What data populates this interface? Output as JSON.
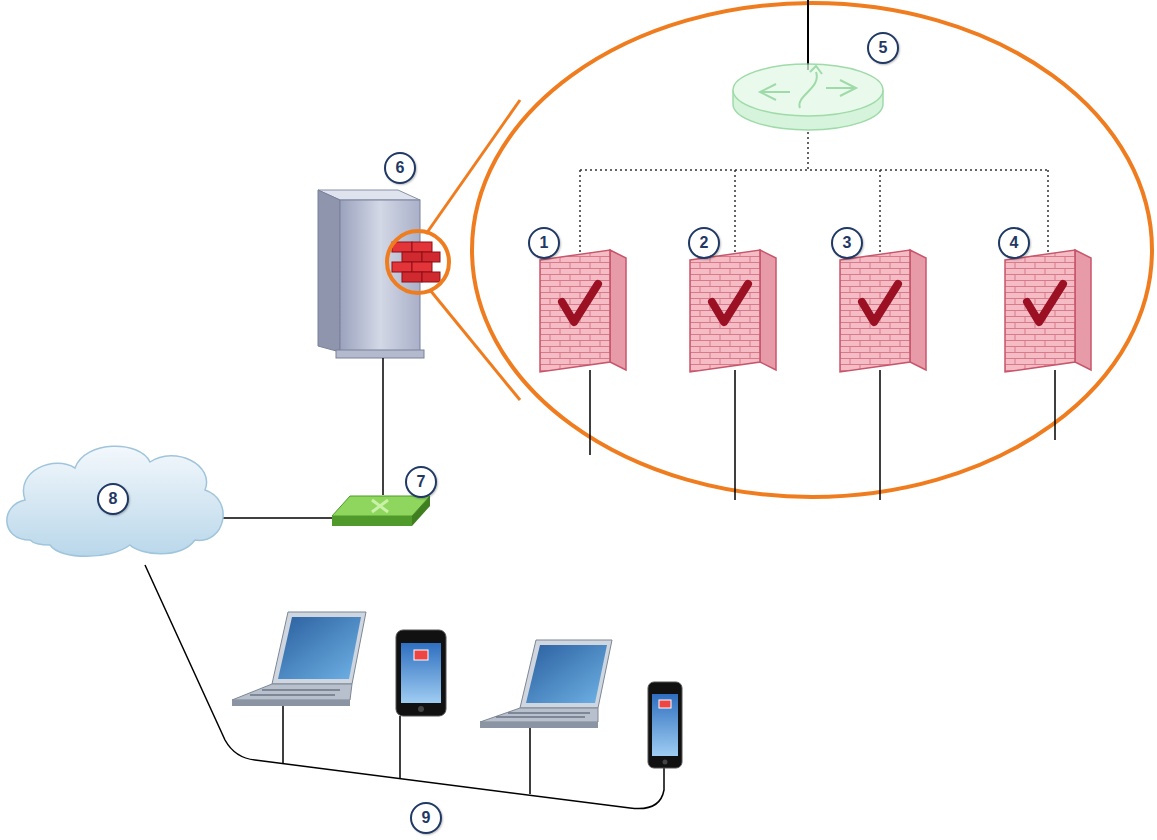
{
  "diagram": {
    "labels": [
      "5",
      "6",
      "1",
      "2",
      "3",
      "4",
      "7",
      "8",
      "9"
    ]
  }
}
